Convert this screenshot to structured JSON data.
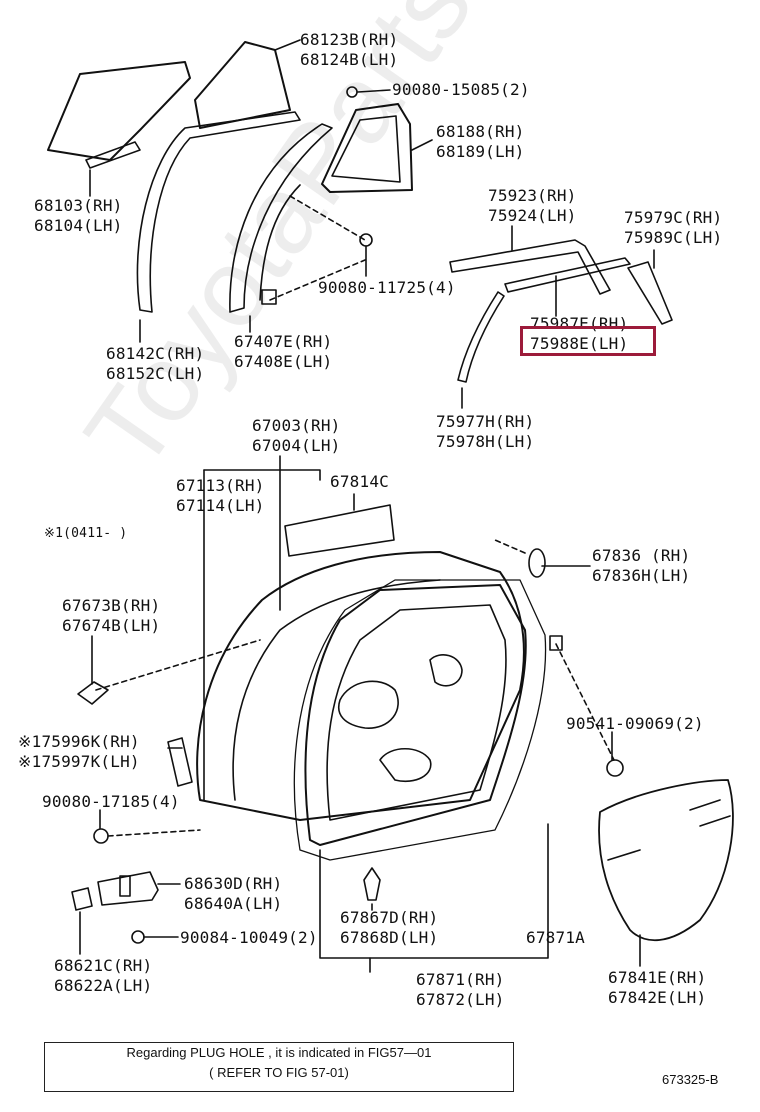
{
  "watermark": "ToyotaParts.ru",
  "labels": {
    "p68123": [
      "68123B(RH)",
      "68124B(LH)"
    ],
    "p90080_15085": [
      "90080-15085(2)"
    ],
    "p68188": [
      "68188(RH)",
      "68189(LH)"
    ],
    "p68103": [
      "68103(RH)",
      "68104(LH)"
    ],
    "p75923": [
      "75923(RH)",
      "75924(LH)"
    ],
    "p75979": [
      "75979C(RH)",
      "75989C(LH)"
    ],
    "p90080_11725": [
      "90080-11725(4)"
    ],
    "p75987": [
      "75987E(RH)",
      "75988E(LH)"
    ],
    "p68142": [
      "68142C(RH)",
      "68152C(LH)"
    ],
    "p67407": [
      "67407E(RH)",
      "67408E(LH)"
    ],
    "p75977": [
      "75977H(RH)",
      "75978H(LH)"
    ],
    "p67003": [
      "67003(RH)",
      "67004(LH)"
    ],
    "p67113": [
      "67113(RH)",
      "67114(LH)"
    ],
    "p67814": [
      "67814C"
    ],
    "note1": [
      "※1(0411-    )"
    ],
    "p67836": [
      "67836 (RH)",
      "67836H(LH)"
    ],
    "p67673": [
      "67673B(RH)",
      "67674B(LH)"
    ],
    "p90541": [
      "90541-09069(2)"
    ],
    "p75996": [
      "※175996K(RH)",
      "※175997K(LH)"
    ],
    "p90080_17185": [
      "90080-17185(4)"
    ],
    "p68630": [
      "68630D(RH)",
      "68640A(LH)"
    ],
    "p67867": [
      "67867D(RH)",
      "67868D(LH)"
    ],
    "p67871a": [
      "67871A"
    ],
    "p90084": [
      "90084-10049(2)"
    ],
    "p68621": [
      "68621C(RH)",
      "68622A(LH)"
    ],
    "p67871": [
      "67871(RH)",
      "67872(LH)"
    ],
    "p67841": [
      "67841E(RH)",
      "67842E(LH)"
    ]
  },
  "note_box": {
    "line1": "Regarding  PLUG HOLE , it is indicated in FIG57—01",
    "line2": "( REFER TO FIG 57-01)"
  },
  "figure_code": "673325-B",
  "highlight_color": "#9c1b3a"
}
